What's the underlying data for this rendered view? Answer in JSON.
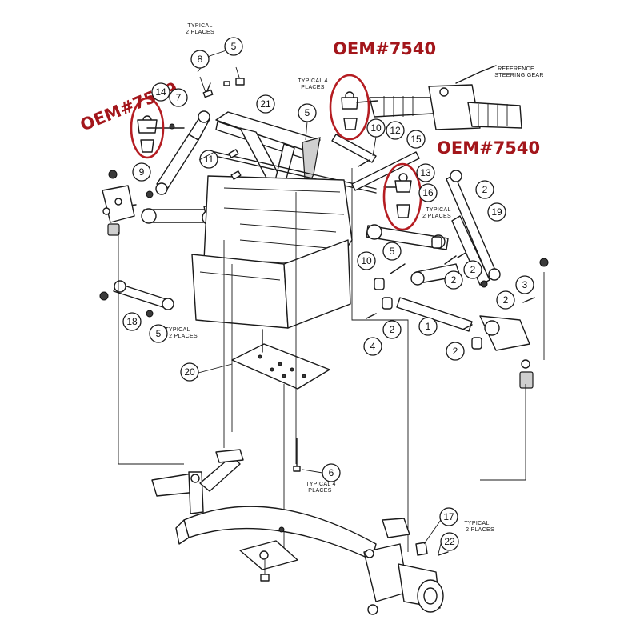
{
  "oem_labels": {
    "left": "OEM#7539",
    "top": "OEM#7540",
    "right": "OEM#7540"
  },
  "notes": {
    "typical_2_places_top_l1": "TYPICAL",
    "typical_2_places_top_l2": "2 PLACES",
    "typical_4_places_l1": "TYPICAL 4",
    "typical_4_places_l2": "PLACES",
    "reference_l1": "REFERENCE",
    "reference_l2": "STEERING GEAR",
    "typical_2_places_mid_l1": "TYPICAL",
    "typical_2_places_mid_l2": "2 PLACES",
    "typical_2_places_bl_l1": "TYPICAL",
    "typical_2_places_bl_l2": "2 PLACES",
    "typical_4_places_bottom_l1": "TYPICAL 4",
    "typical_4_places_bottom_l2": "PLACES",
    "typical_2_places_br_l1": "TYPICAL",
    "typical_2_places_br_l2": "2 PLACES"
  },
  "callouts": {
    "c8": "8",
    "c5a": "5",
    "c14": "14",
    "c7": "7",
    "c21": "21",
    "c5b": "5",
    "c10a": "10",
    "c12": "12",
    "c15": "15",
    "c11": "11",
    "c9": "9",
    "c13": "13",
    "c16": "16",
    "c2a": "2",
    "c19": "19",
    "c5c": "5",
    "c10b": "10",
    "c2b": "2",
    "c2c": "2",
    "c3": "3",
    "c2d": "2",
    "c18": "18",
    "c5d": "5",
    "c2e": "2",
    "c4": "4",
    "c1": "1",
    "c2f": "2",
    "c20": "20",
    "c6": "6",
    "c17": "17",
    "c22": "22"
  }
}
